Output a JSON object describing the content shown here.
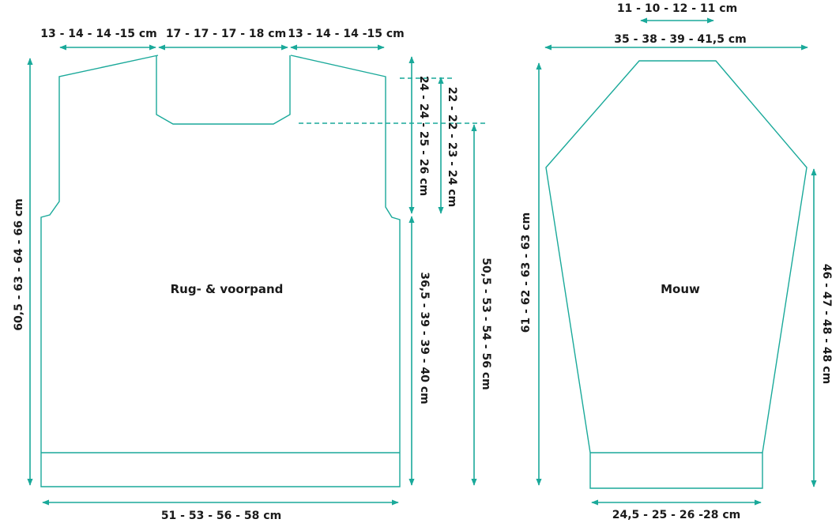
{
  "colors": {
    "accent": "#1aa99a",
    "text": "#1a1a1a",
    "background": "#ffffff"
  },
  "body": {
    "label": "Rug- & voorpand",
    "shoulder_left": "13 - 14 - 14 -15 cm",
    "neck_width": "17 - 17 - 17 - 18 cm",
    "shoulder_right": "13 - 14 - 14 -15 cm",
    "total_length": "60,5 - 63 - 64 - 66 cm",
    "armhole_back": "24 - 24 - 25 - 26 cm",
    "armhole_front": "22 - 22 - 23 - 24 cm",
    "side_length": "36,5 - 39 - 39 - 40 cm",
    "front_length": "50,5 - 53 - 54 - 56 cm",
    "width": "51 - 53 - 56 - 58 cm"
  },
  "sleeve": {
    "label": "Mouw",
    "top_width": "11 - 10 - 12 - 11 cm",
    "upper_width": "35 - 38 - 39 - 41,5 cm",
    "total_length": "61 - 62 - 63 - 63 cm",
    "side_length": "46 - 47 - 48 - 48 cm",
    "cuff_width": "24,5 - 25 - 26 -28 cm"
  }
}
